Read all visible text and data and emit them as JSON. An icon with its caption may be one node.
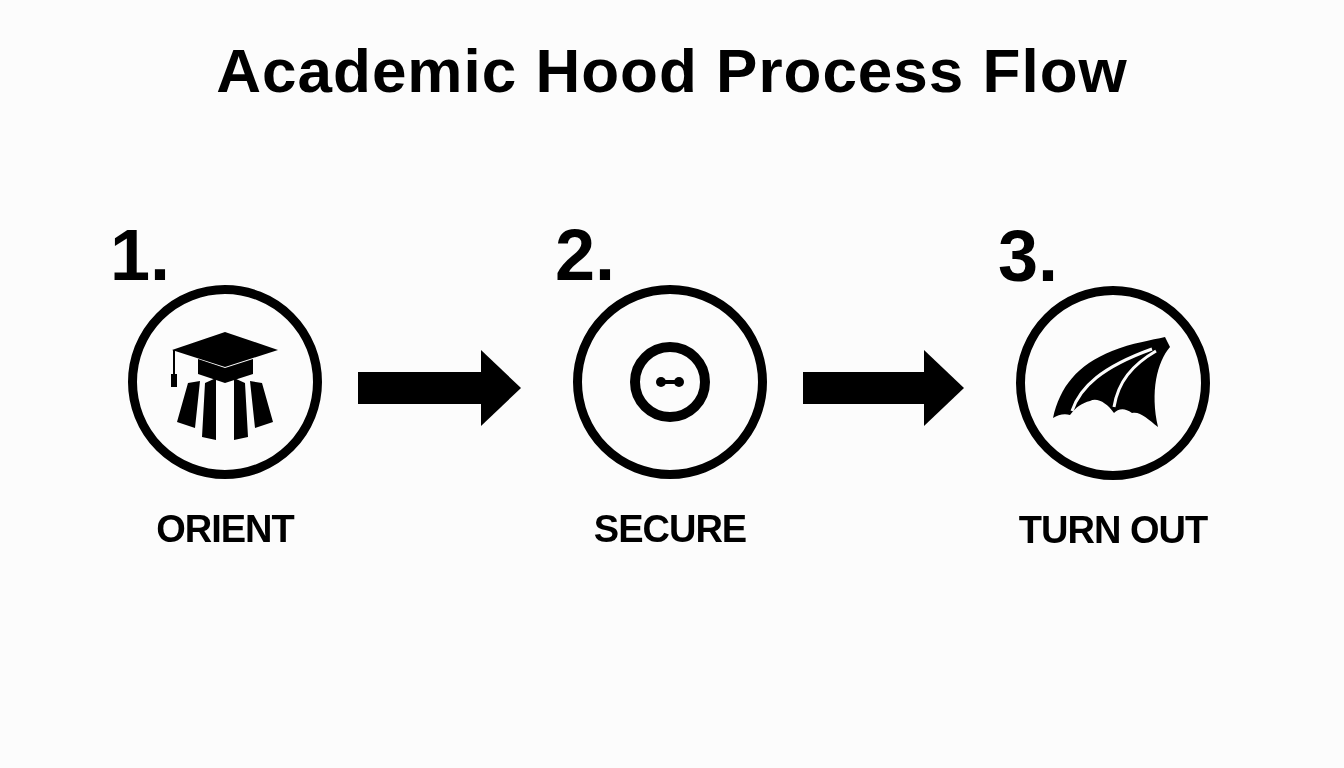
{
  "diagram": {
    "title": "Academic Hood Process Flow",
    "nodes": [
      {
        "text": [
          "1.",
          "ORIENT"
        ]
      },
      {
        "text": [
          "2.",
          "SECURE"
        ]
      },
      {
        "text": [
          "3.",
          "TURN OUT"
        ]
      }
    ],
    "edges": [
      {
        "from": 0,
        "to": 1,
        "arrow": "to"
      },
      {
        "from": 1,
        "to": 2,
        "arrow": "to"
      }
    ]
  }
}
